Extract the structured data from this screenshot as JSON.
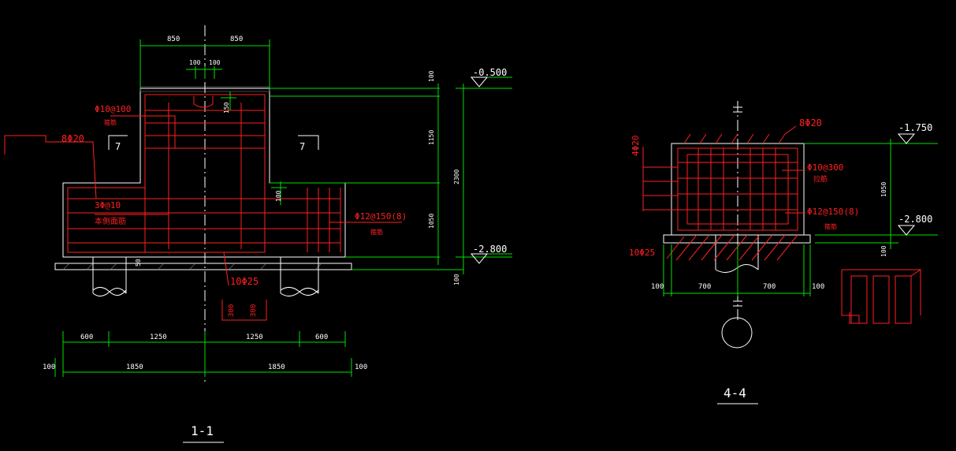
{
  "colors": {
    "background": "#000000",
    "outline": "#ffffff",
    "dimension": "#00e000",
    "rebar": "#ff2020"
  },
  "section_1_1": {
    "title": "1-1",
    "top_dims": [
      "850",
      "850"
    ],
    "top_small_dims": [
      "100",
      "100"
    ],
    "right_dims": {
      "top": "100",
      "upper": "1150",
      "total": "2300",
      "lower": "1050",
      "bottom": "100"
    },
    "side_dims": {
      "dim_150": "150",
      "dim_100": "100",
      "dim_50": "50"
    },
    "elevations": {
      "top": "-0.500",
      "bottom": "-2.800"
    },
    "section_marks": [
      "7",
      "7"
    ],
    "bottom_dims_row1": [
      "600",
      "1250",
      "1250",
      "600"
    ],
    "bottom_dims_row2": [
      "100",
      "1850",
      "1850",
      "100"
    ],
    "small_dims": [
      "300",
      "300"
    ],
    "rebar_labels": {
      "left_main": "8Φ20",
      "stirrup_top": "Φ10@100",
      "stirrup_top_sub": "箍筋",
      "waist_bars": "3Φ@10",
      "waist_bars_sub": "本側面筋",
      "stirrup_right": "Φ12@150(8)",
      "stirrup_right_sub": "箍筋",
      "bottom_bars": "10Φ25"
    }
  },
  "section_4_4": {
    "title": "4-4",
    "elevations": {
      "top": "-1.750",
      "bottom": "-2.800"
    },
    "right_dims": {
      "height": "1050",
      "bottom": "100"
    },
    "bottom_dims": [
      "100",
      "700",
      "700",
      "100"
    ],
    "rebar_labels": {
      "top_bars": "8Φ20",
      "left_bars": "4Φ20",
      "tie": "Φ10@300",
      "tie_sub": "拉筋",
      "stirrup": "Φ12@150(8)",
      "stirrup_sub": "箍筋",
      "bottom_bars": "10Φ25"
    }
  }
}
